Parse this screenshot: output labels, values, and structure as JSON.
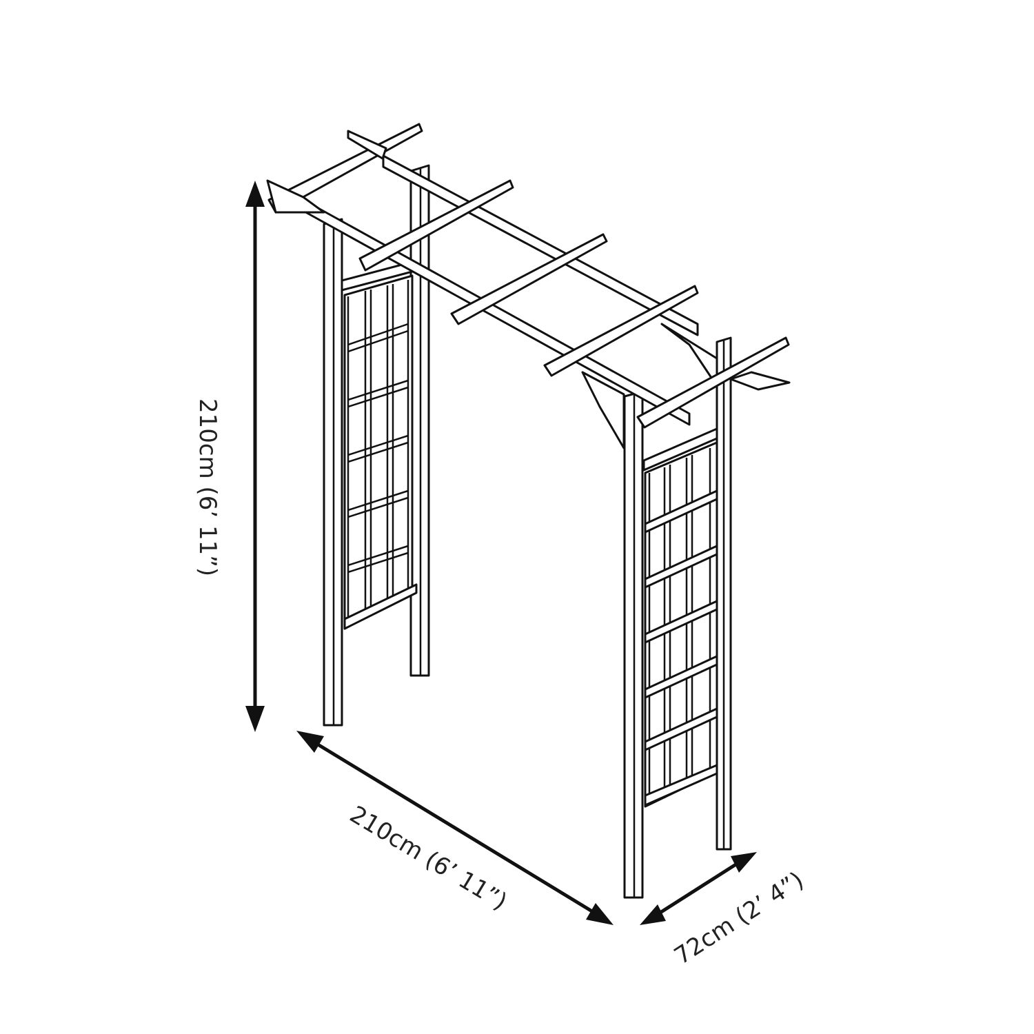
{
  "diagram": {
    "subject": "Garden arch with trellis side panels",
    "colors": {
      "line": "#111111",
      "background": "#ffffff",
      "text": "#222222"
    },
    "dimensions": {
      "height": {
        "label": "210cm (6’ 11”)"
      },
      "width": {
        "label": "210cm (6’ 11”)"
      },
      "depth": {
        "label": "72cm (2’ 4”)"
      }
    }
  }
}
